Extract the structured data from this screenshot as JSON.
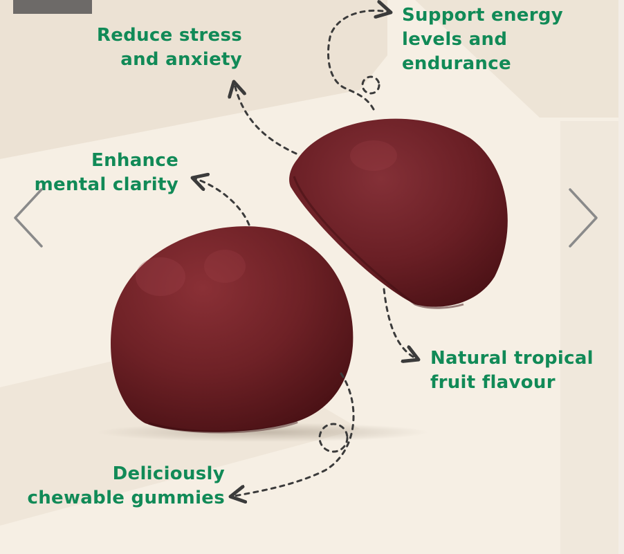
{
  "colors": {
    "background": "#f6efe4",
    "panel": "#ece2d4",
    "accent_green": "#118a57",
    "gummy": "#6a1e22",
    "arrow": "#3b3b3b",
    "nav_chevron": "#8a8a8a"
  },
  "benefits": {
    "stress": {
      "line1": "Reduce stress",
      "line2": "and anxiety"
    },
    "clarity": {
      "line1": "Enhance",
      "line2": "mental clarity"
    },
    "energy": {
      "line1": "Support energy",
      "line2": "levels and",
      "line3": "endurance"
    },
    "flavour": {
      "line1": "Natural tropical",
      "line2": "fruit flavour"
    },
    "chewable": {
      "line1": "Deliciously",
      "line2": "chewable gummies"
    }
  },
  "carousel": {
    "prev_icon": "chevron-left-icon",
    "next_icon": "chevron-right-icon"
  },
  "images": {
    "product": "two dark red half-sphere gummies"
  }
}
